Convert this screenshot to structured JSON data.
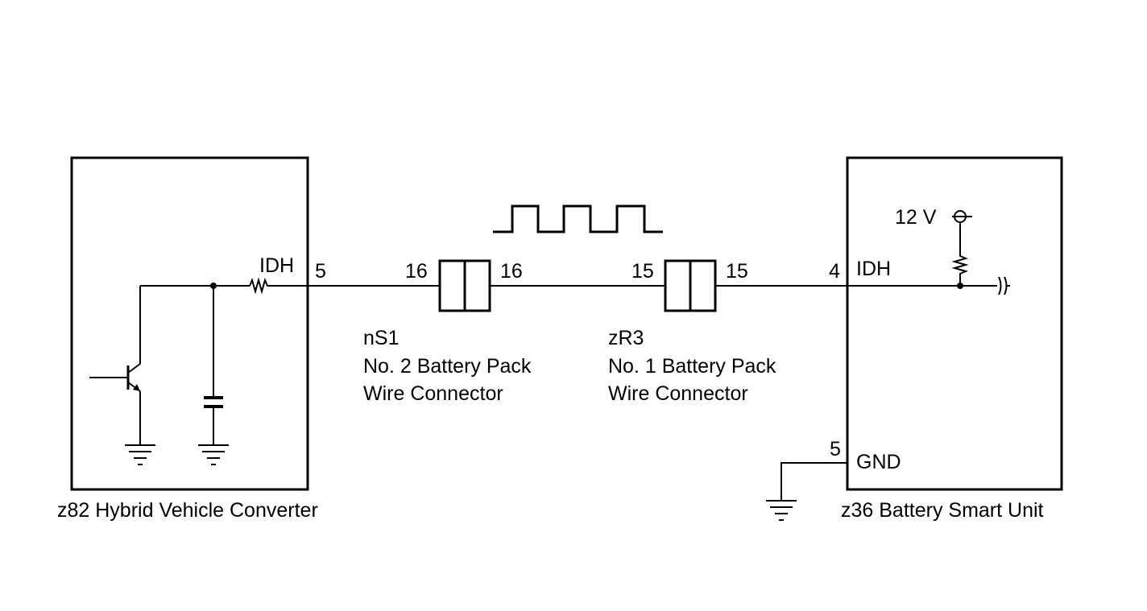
{
  "left_unit": {
    "code_name": "z82 Hybrid Vehicle Converter",
    "signal": "IDH",
    "pin": "5"
  },
  "connector_ns1": {
    "code": "nS1",
    "line1": "No. 2 Battery Pack",
    "line2": "Wire Connector",
    "pin_left": "16",
    "pin_right": "16"
  },
  "connector_zr3": {
    "code": "zR3",
    "line1": "No. 1 Battery Pack",
    "line2": "Wire Connector",
    "pin_left": "15",
    "pin_right": "15"
  },
  "right_unit": {
    "code_name": "z36 Battery Smart Unit",
    "supply": "12 V",
    "idh_pin": "4",
    "idh_signal": "IDH",
    "gnd_pin": "5",
    "gnd_signal": "GND"
  },
  "colors": {
    "line": "#000000",
    "background": "#ffffff"
  }
}
